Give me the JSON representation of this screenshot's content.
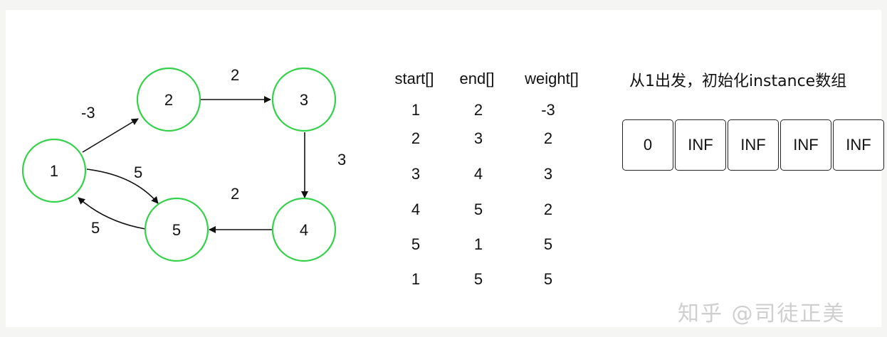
{
  "graph": {
    "nodes": [
      {
        "id": "1",
        "label": "1"
      },
      {
        "id": "2",
        "label": "2"
      },
      {
        "id": "3",
        "label": "3"
      },
      {
        "id": "4",
        "label": "4"
      },
      {
        "id": "5",
        "label": "5"
      }
    ],
    "edges": [
      {
        "from": "1",
        "to": "2",
        "weight": "-3"
      },
      {
        "from": "2",
        "to": "3",
        "weight": "2"
      },
      {
        "from": "3",
        "to": "4",
        "weight": "3"
      },
      {
        "from": "4",
        "to": "5",
        "weight": "2"
      },
      {
        "from": "5",
        "to": "1",
        "weight": "5"
      },
      {
        "from": "1",
        "to": "5",
        "weight": "5"
      }
    ],
    "node_stroke_color": "#34d24a",
    "edge_color": "#111111"
  },
  "edge_table": {
    "headers": [
      "start[]",
      "end[]",
      "weight[]"
    ],
    "rows": [
      [
        "1",
        "2",
        "-3"
      ],
      [
        "2",
        "3",
        "2"
      ],
      [
        "3",
        "4",
        "3"
      ],
      [
        "4",
        "5",
        "2"
      ],
      [
        "5",
        "1",
        "5"
      ],
      [
        "1",
        "5",
        "5"
      ]
    ]
  },
  "distance_array": {
    "title": "从1出发，初始化instance数组",
    "cells": [
      "0",
      "INF",
      "INF",
      "INF",
      "INF"
    ]
  },
  "watermark": "知乎 @司徒正美"
}
